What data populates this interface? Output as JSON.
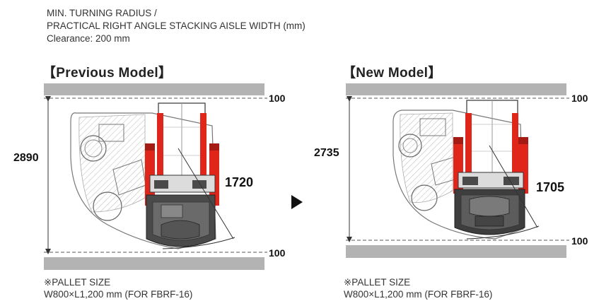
{
  "header": {
    "line1": "MIN. TURNING RADIUS /",
    "line2": "PRACTICAL RIGHT ANGLE STACKING AISLE WIDTH (mm)",
    "line3": "Clearance: 200 mm"
  },
  "previous": {
    "title": "【Previous Model】",
    "aisle_width": "2890",
    "turning_radius": "1720",
    "clearance_top": "100",
    "clearance_bottom": "100",
    "pallet_label": "※PALLET SIZE",
    "pallet_size": "W800×L1,200 mm (FOR FBRF-16)"
  },
  "new": {
    "title": "【New Model】",
    "aisle_width": "2735",
    "turning_radius": "1705",
    "clearance_top": "100",
    "clearance_bottom": "100",
    "pallet_label": "※PALLET SIZE",
    "pallet_size": "W800×L1,200 mm (FOR FBRF-16)"
  },
  "colors": {
    "wall": "#b3b3b3",
    "fork_red": "#e0261b",
    "body_dark": "#4a4a4a",
    "line_gray": "#888888"
  },
  "icons": {
    "comparison_arrow": "play-arrow-icon"
  }
}
